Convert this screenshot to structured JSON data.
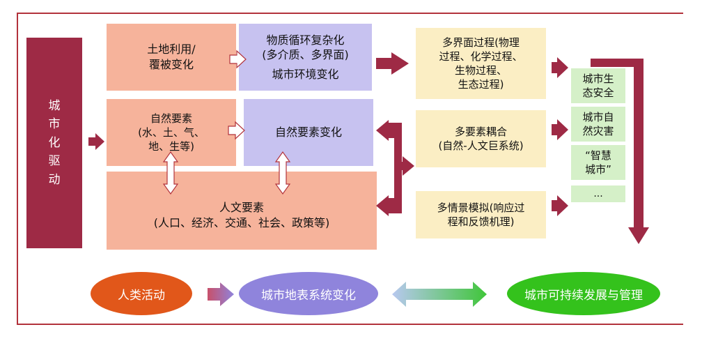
{
  "drive": {
    "label": "城\n市\n化\n驱\n动"
  },
  "row1": {
    "land_use": "土地利用/\n覆被变化",
    "material": "物质循环复杂化\n(多介质、多界面)",
    "urban_env": "城市环境变化"
  },
  "row2": {
    "natural_factors": "自然要素\n(水、土、气、\n地、生等)",
    "natural_change": "自然要素变化"
  },
  "row3": {
    "human_factors": "人文要素\n(人口、经济、交通、社会、政策等)"
  },
  "processes": {
    "multi_interface": "多界面过程(物理\n过程、化学过程、\n生物过程、\n生态过程)",
    "coupling": "多要素耦合\n(自然-人文巨系统)",
    "scenario": "多情景模拟(响应过\n程和反馈机理)"
  },
  "outcomes": {
    "eco_safety": "城市生\n态安全",
    "natural_disaster": "城市自\n然灾害",
    "smart_city": "“智慧\n城市”",
    "more": "..."
  },
  "bottom": {
    "human_activity": "人类活动",
    "surface_change": "城市地表系统变化",
    "sustainable": "城市可持续发展与管理"
  },
  "colors": {
    "dark_red": "#9e2a45",
    "salmon": "#f6b39b",
    "lavender": "#c7c2f0",
    "cream": "#fbeec4",
    "light_green": "#d5f0c8",
    "orange_oval": "#e1571a",
    "purple_oval": "#8f84dc",
    "green_oval": "#34c21c"
  }
}
